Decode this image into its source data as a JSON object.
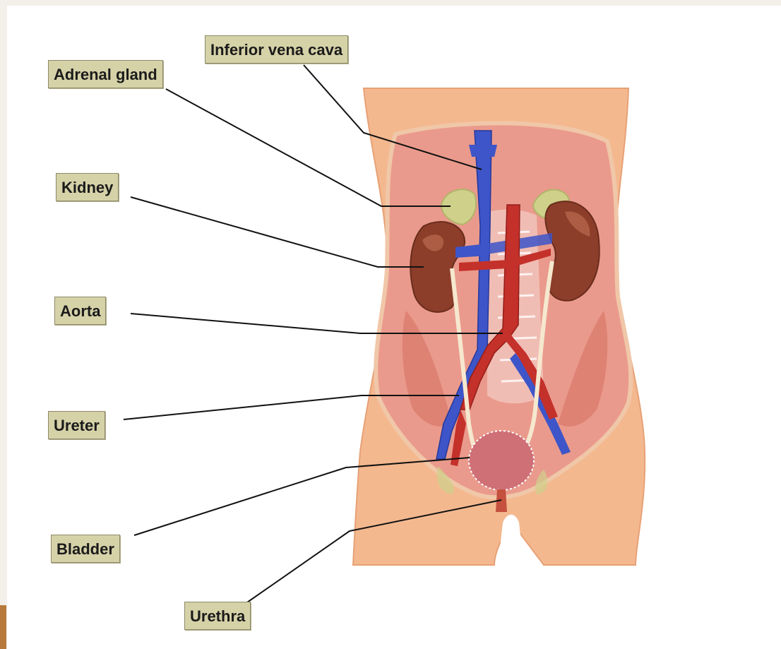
{
  "labels": {
    "inferior_vena_cava": "Inferior vena cava",
    "adrenal_gland": "Adrenal gland",
    "kidney": "Kidney",
    "aorta": "Aorta",
    "ureter": "Ureter",
    "bladder": "Bladder",
    "urethra": "Urethra"
  },
  "colors": {
    "skin": "#f4b88f",
    "muscle": "#e98f82",
    "kidney": "#8c3e2a",
    "adrenal": "#cfd08a",
    "vena_cava": "#3d55c8",
    "aorta": "#c4302a",
    "bladder": "#cf6f76",
    "label_bg": "#d6d2a8"
  }
}
